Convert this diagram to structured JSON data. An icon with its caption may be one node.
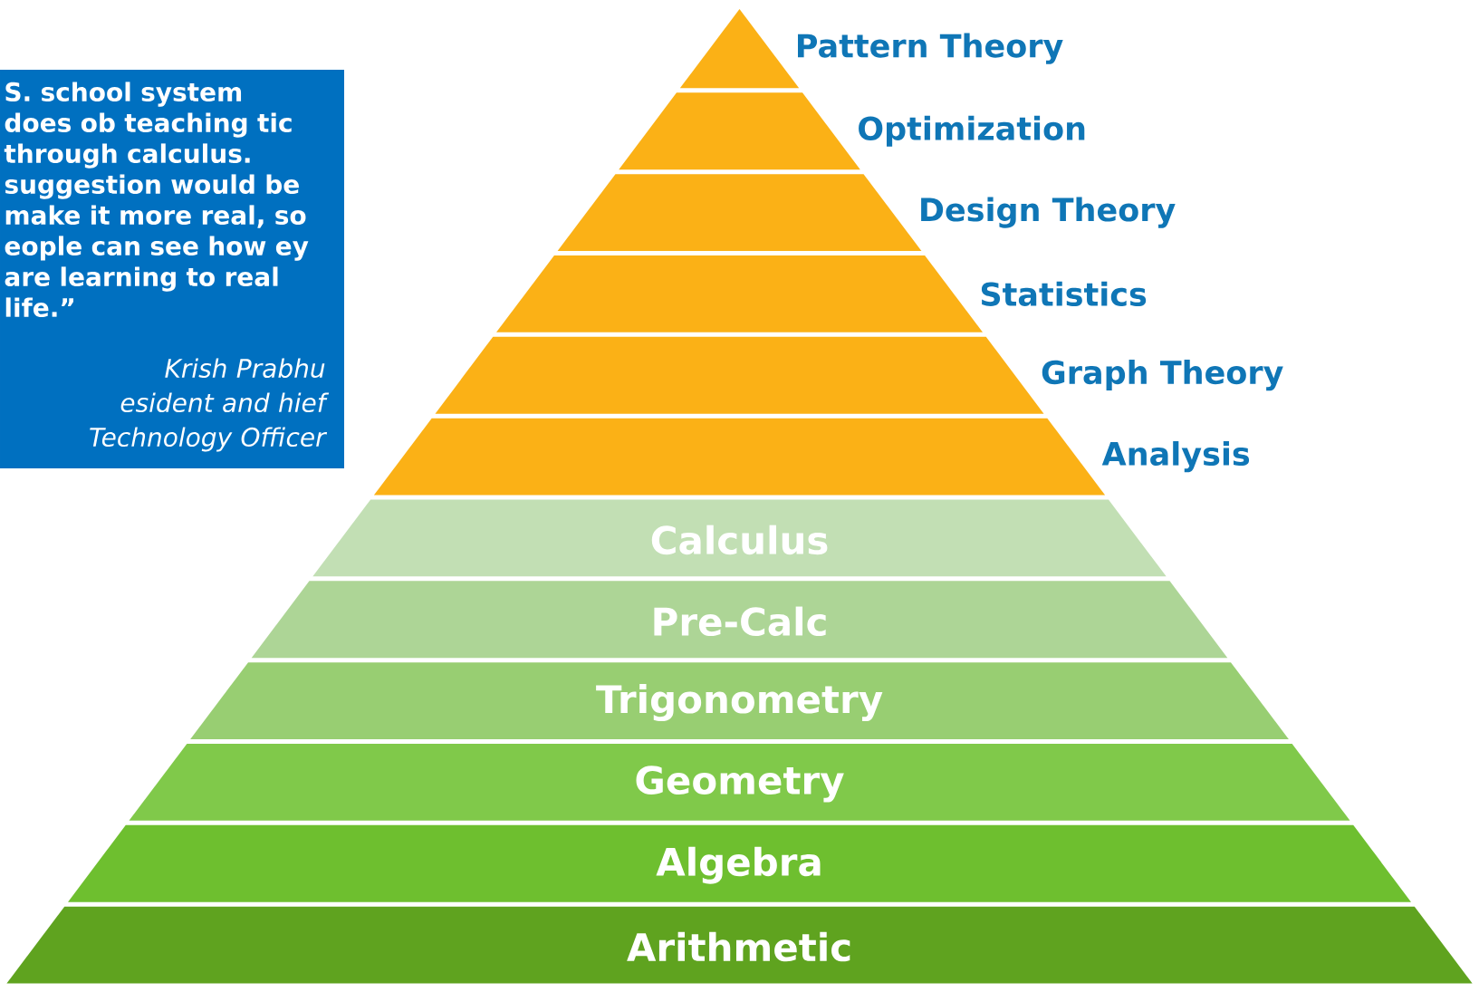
{
  "diagram": {
    "nodes": [
      {
        "text": [
          "S. school system does ob teaching tic through calculus. suggestion would be make it more real, so eople can see how ey are learning to real life.”",
          "Krish Prabhu",
          "esident and hief Technology Officer"
        ]
      },
      {
        "text": [],
        "shape": "trapezoid",
        "beside": [
          "Pattern Theory"
        ]
      },
      {
        "text": [],
        "shape": "trapezoid",
        "beside": [
          "Optimization"
        ]
      },
      {
        "text": [],
        "shape": "trapezoid",
        "beside": [
          "Design Theory"
        ]
      },
      {
        "text": [],
        "shape": "trapezoid",
        "beside": [
          "Statistics"
        ]
      },
      {
        "text": [],
        "shape": "trapezoid",
        "beside": [
          "Graph Theory"
        ]
      },
      {
        "text": [],
        "shape": "trapezoid",
        "beside": [
          "Analysis"
        ]
      },
      {
        "text": [
          "Calculus"
        ]
      },
      {
        "text": [
          "Pre-Calc"
        ]
      },
      {
        "text": [
          "Trigonometry"
        ]
      },
      {
        "text": [
          "Geometry"
        ]
      },
      {
        "text": [
          "Algebra"
        ]
      },
      {
        "text": [
          "Arithmetic"
        ]
      }
    ]
  }
}
